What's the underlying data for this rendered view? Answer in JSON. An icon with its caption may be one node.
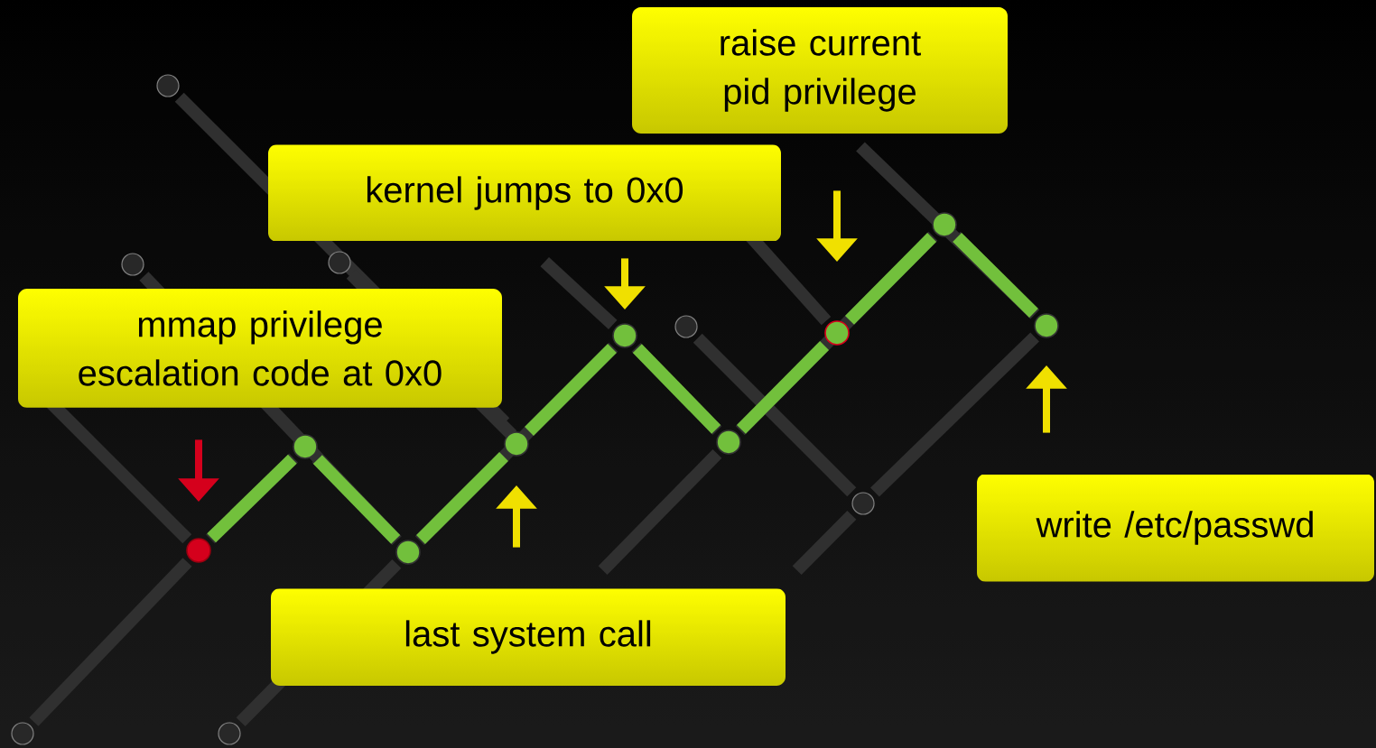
{
  "diagram": {
    "nodes": [
      {
        "text": [
          "raise current pid privilege"
        ]
      },
      {
        "text": [
          "kernel jumps to 0x0"
        ]
      },
      {
        "text": [
          "mmap privilege escalation code at 0x0"
        ]
      },
      {
        "text": [
          "write /etc/passwd"
        ]
      },
      {
        "text": [
          "last system call"
        ]
      },
      {
        "text": [],
        "shape": "circle"
      },
      {
        "text": [],
        "shape": "circle"
      },
      {
        "text": [],
        "shape": "circle"
      },
      {
        "text": [],
        "shape": "circle"
      },
      {
        "text": [],
        "shape": "circle"
      },
      {
        "text": [],
        "shape": "circle"
      },
      {
        "text": [],
        "shape": "circle"
      },
      {
        "text": [],
        "shape": "circle"
      },
      {
        "text": [],
        "shape": "circle"
      }
    ],
    "edges": [
      {
        "from": 5,
        "to": 6,
        "arrow": "none"
      },
      {
        "from": 6,
        "to": 7,
        "arrow": "none"
      },
      {
        "from": 7,
        "to": 8,
        "arrow": "none"
      },
      {
        "from": 8,
        "to": 9,
        "arrow": "none"
      },
      {
        "from": 9,
        "to": 10,
        "arrow": "none"
      },
      {
        "from": 10,
        "to": 11,
        "arrow": "none"
      },
      {
        "from": 11,
        "to": 12,
        "arrow": "none"
      },
      {
        "from": 12,
        "to": 13,
        "arrow": "none"
      },
      {
        "from": 2,
        "to": 5,
        "arrow": "to",
        "color": "#d5001c"
      },
      {
        "from": 4,
        "to": 8,
        "arrow": "to",
        "color": "#f0e000"
      },
      {
        "from": 1,
        "to": 9,
        "arrow": "to",
        "color": "#f0e000"
      },
      {
        "from": 0,
        "to": 11,
        "arrow": "to",
        "color": "#f0e000"
      },
      {
        "from": 3,
        "to": 13,
        "arrow": "to",
        "color": "#f0e000"
      }
    ]
  }
}
